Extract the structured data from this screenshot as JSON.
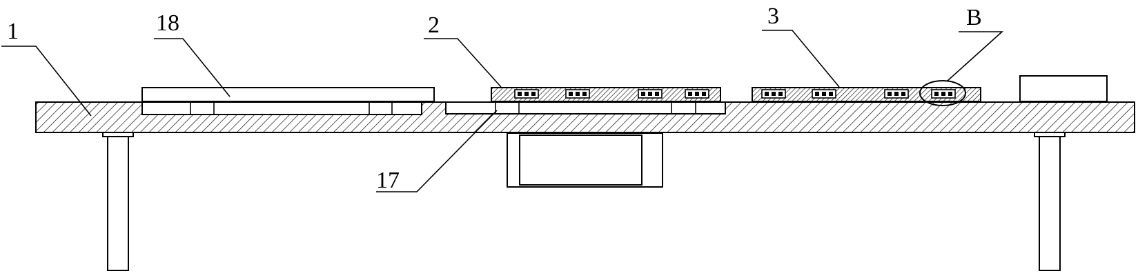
{
  "labels": {
    "table": "1",
    "carrier_2": "2",
    "carrier_3": "3",
    "detail": "B",
    "part_17": "17",
    "part_18": "18"
  }
}
